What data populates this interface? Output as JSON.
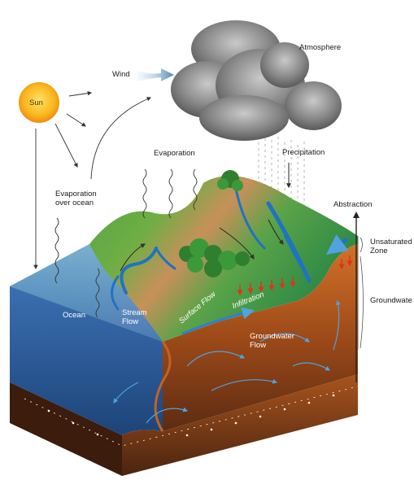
{
  "labels": {
    "sun": "Sun",
    "wind": "Wind",
    "atmosphere": "Atmosphere",
    "evaporation": "Evaporation",
    "precipitation": "Precipitation",
    "evaporation_over_ocean": "Evaporation\nover ocean",
    "abstraction": "Abstraction",
    "unsaturated_zone": "Unsaturated\nZone",
    "ocean": "Ocean",
    "stream_flow": "Stream\nFlow",
    "surface_flow": "Surface Flow",
    "infiltration": "Infiltration",
    "groundwater_flow": "Groundwater\nFlow",
    "groundwater": "Groundwate"
  },
  "colors": {
    "sun": "#f7b21a",
    "cloud": "#6e6e6e",
    "land_top": "#46a04a",
    "ocean_side": "#2f5e9e",
    "soil": "#b25a1e",
    "bedrock": "#5a2d16",
    "water_arrow": "#1f73c2"
  },
  "icons": [
    "sun-icon",
    "cloud-icon",
    "tree-icon",
    "wind-arrow-icon"
  ]
}
